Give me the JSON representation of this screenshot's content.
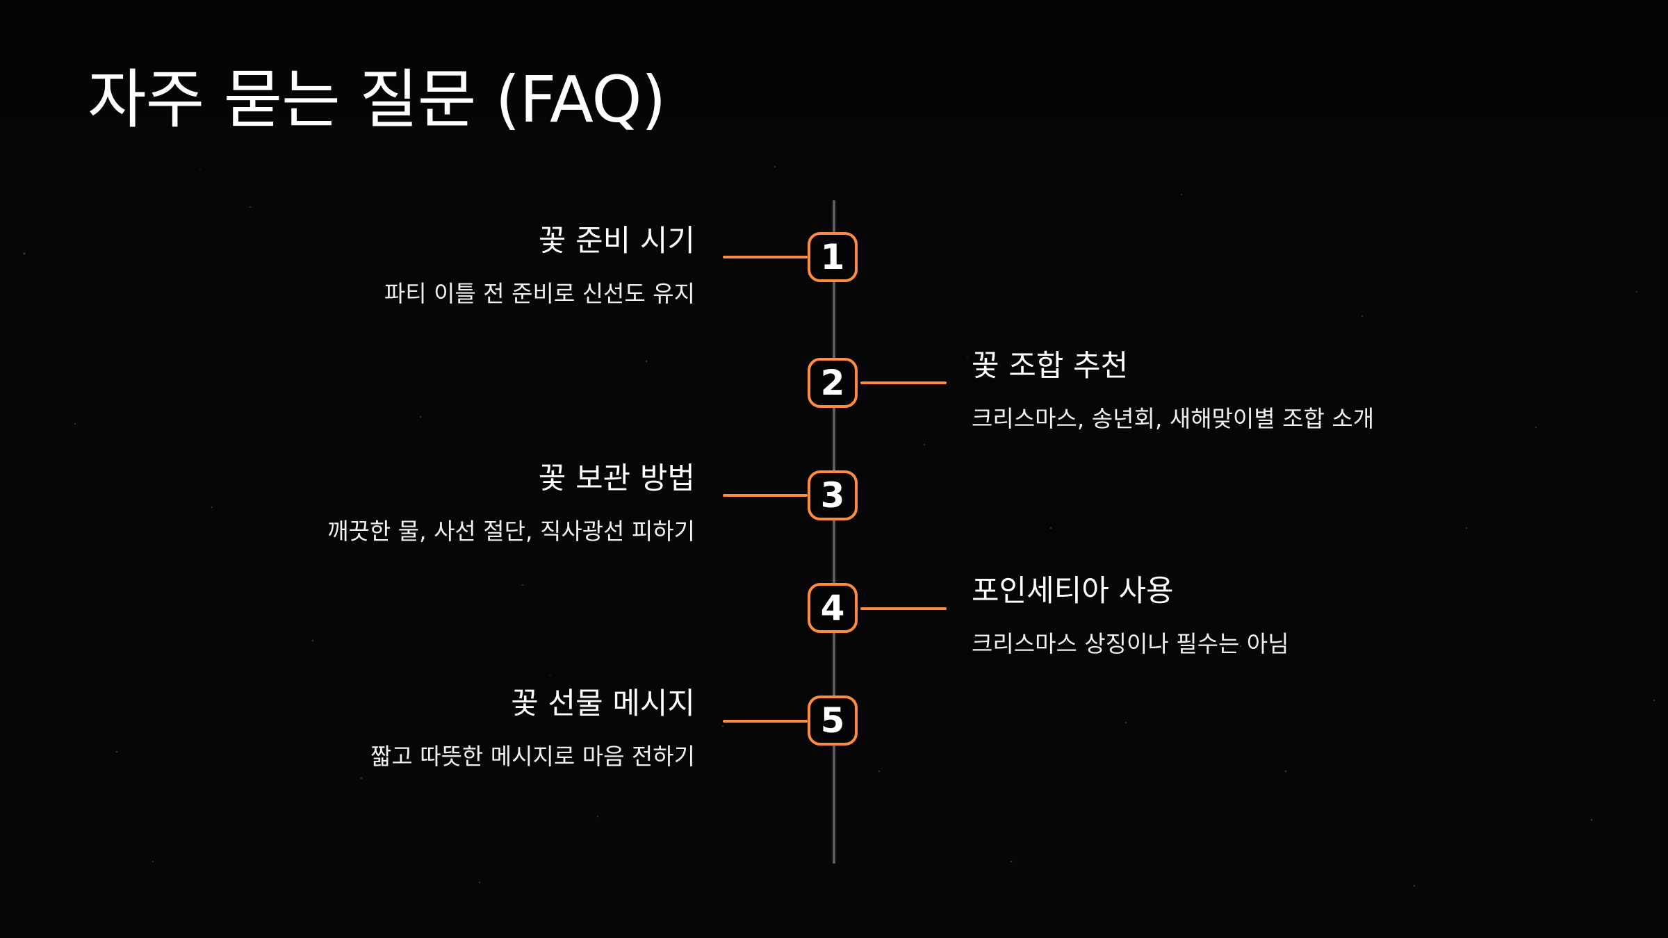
{
  "page": {
    "title": "자주 묻는 질문 (FAQ)"
  },
  "colors": {
    "background": "#060606",
    "text": "#ffffff",
    "accent": "#ff8b3d",
    "line": "#5e5e5e"
  },
  "faq": [
    {
      "number": "1",
      "title": "꽃 준비 시기",
      "description": "파티 이틀 전 준비로 신선도 유지",
      "side": "left"
    },
    {
      "number": "2",
      "title": "꽃 조합 추천",
      "description": "크리스마스, 송년회, 새해맞이별 조합 소개",
      "side": "right"
    },
    {
      "number": "3",
      "title": "꽃 보관 방법",
      "description": "깨끗한 물, 사선 절단, 직사광선 피하기",
      "side": "left"
    },
    {
      "number": "4",
      "title": "포인세티아 사용",
      "description": "크리스마스 상징이나 필수는 아님",
      "side": "right"
    },
    {
      "number": "5",
      "title": "꽃 선물 메시지",
      "description": "짧고 따뜻한 메시지로 마음 전하기",
      "side": "left"
    }
  ]
}
